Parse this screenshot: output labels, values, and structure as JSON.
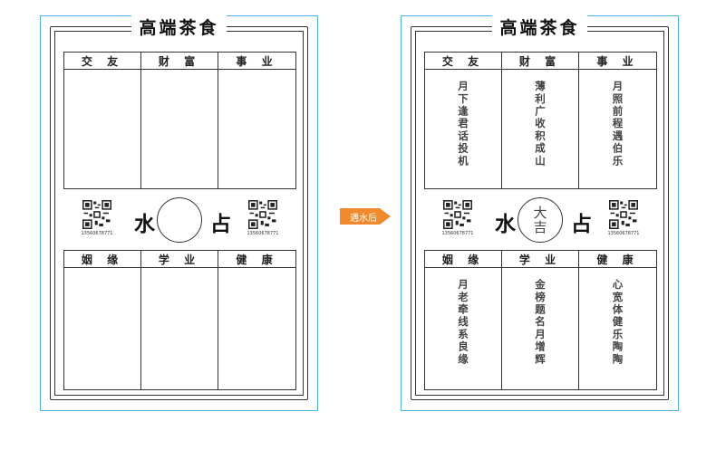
{
  "before": {
    "brand": "高端茶食",
    "top_headers": [
      "交 友",
      "财 富",
      "事 业"
    ],
    "bottom_headers": [
      "姻 缘",
      "学 业",
      "健 康"
    ],
    "left_char": "水",
    "right_char": "占",
    "qr_caption": "13560678771"
  },
  "arrow": {
    "label": "遇水后",
    "color": "#f08a2c"
  },
  "after": {
    "brand": "高端茶食",
    "top_headers": [
      "交 友",
      "财 富",
      "事 业"
    ],
    "top_texts": [
      "月下逢君话投机",
      "薄利广收积成山",
      "月照前程遇伯乐"
    ],
    "bottom_headers": [
      "姻 缘",
      "学 业",
      "健 康"
    ],
    "bottom_texts": [
      "月老牵线系良缘",
      "金榜题名月增辉",
      "心宽体健乐陶陶"
    ],
    "left_char": "水",
    "right_char": "占",
    "center_text": "大吉",
    "qr_caption": "13560678771"
  },
  "colors": {
    "card_border": "#4fb3e0",
    "line": "#333333"
  }
}
